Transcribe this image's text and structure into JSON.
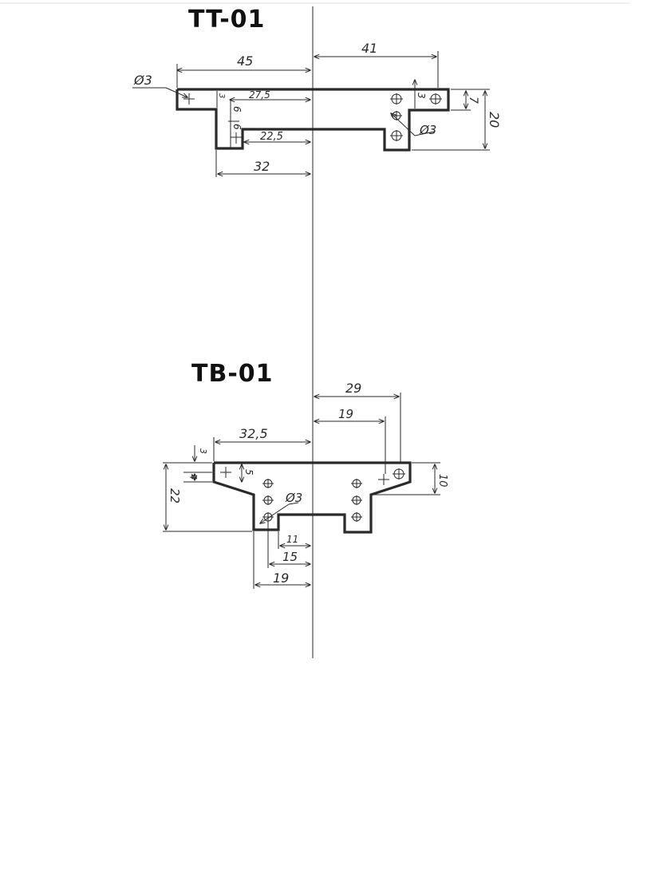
{
  "drawing_1": {
    "title": "TT-01",
    "dims": {
      "d_45": "45",
      "d_41": "41",
      "d_27_5": "27,5",
      "d_22_5": "22,5",
      "d_32": "32",
      "d_20": "20",
      "d_7": "7",
      "d_3_left": "3",
      "d_3_right": "3",
      "d_6_upper": "6",
      "d_6_lower": "6",
      "hole_left": "Ø3",
      "hole_right": "Ø3"
    }
  },
  "drawing_2": {
    "title": "TB-01",
    "dims": {
      "d_29": "29",
      "d_19_top": "19",
      "d_32_5": "32,5",
      "d_22": "22",
      "d_10": "10",
      "d_3": "3",
      "d_4": "4",
      "d_5": "5",
      "hole": "Ø3",
      "d_11": "11",
      "d_15": "15",
      "d_19_bottom": "19"
    }
  },
  "colors": {
    "ink": "#2a2a2a",
    "paper": "#ffffff"
  }
}
